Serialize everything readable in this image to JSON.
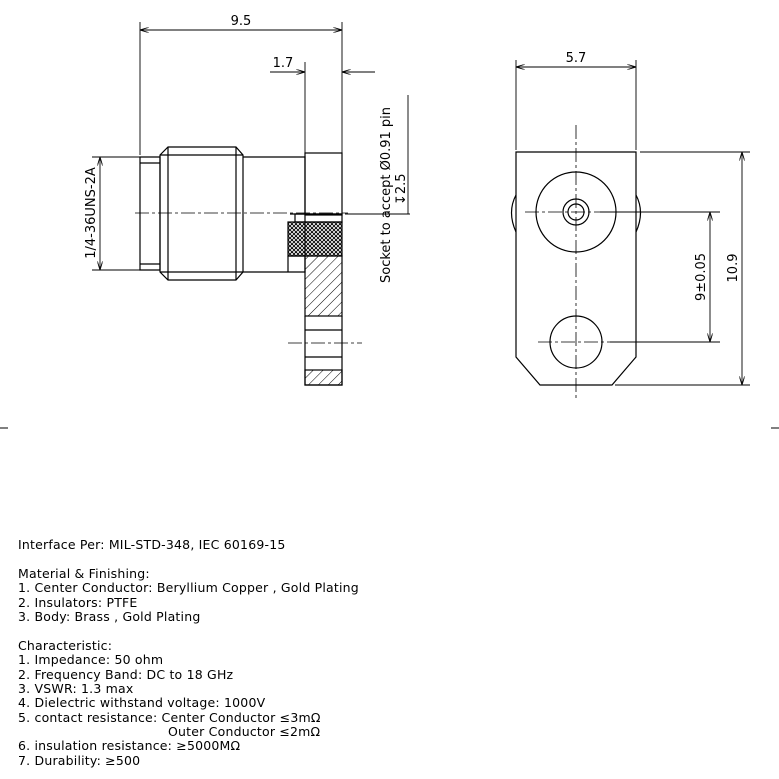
{
  "side_view": {
    "dim_overall_length": "9.5",
    "dim_flange_thickness": "1.7",
    "thread_label": "1/4-36UNS-2A",
    "socket_note_line1": "Socket to accept Ø0.91 pin",
    "socket_note_line2": "↧2.5"
  },
  "front_view": {
    "dim_width": "5.7",
    "dim_hole_spacing": "9±0.05",
    "dim_total_height": "10.9"
  },
  "notes": {
    "interface": "Interface Per: MIL-STD-348, IEC 60169-15",
    "material_heading": "Material & Finishing:",
    "material_items": [
      "1. Center Conductor: Beryllium Copper , Gold Plating",
      "2. Insulators: PTFE",
      "3. Body: Brass , Gold Plating"
    ],
    "characteristic_heading": "Characteristic:",
    "characteristic_items": [
      "1. Impedance: 50 ohm",
      "2. Frequency Band: DC to 18 GHz",
      "3. VSWR: 1.3 max",
      "4. Dielectric withstand voltage: 1000V",
      "5. contact resistance: Center Conductor ≤3mΩ",
      "Outer Conductor ≤2mΩ",
      "6. insulation resistance: ≥5000MΩ",
      "7. Durability: ≥500"
    ]
  }
}
